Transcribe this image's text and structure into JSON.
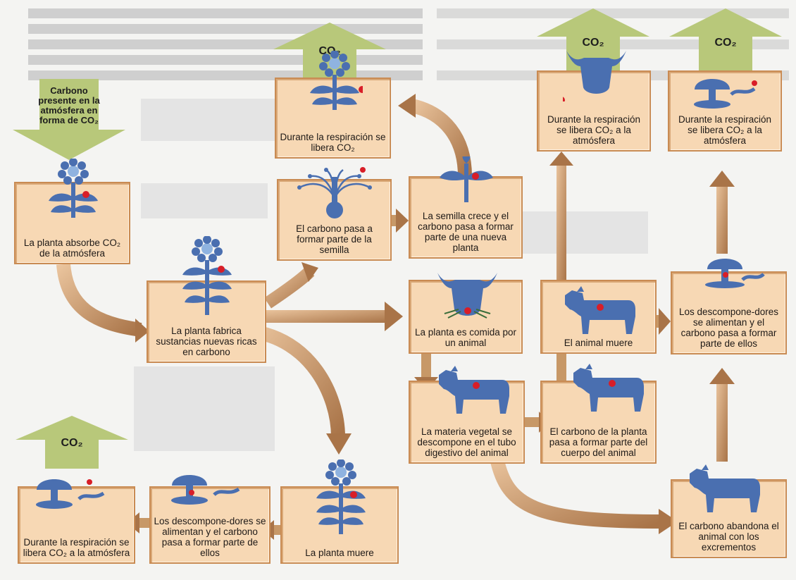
{
  "colors": {
    "box_fill": "#f7d8b4",
    "box_border": "#c98b53",
    "arrow": "#c4956c",
    "co2_arrow": "#aab866",
    "icon": "#4a6fb0",
    "dot": "#d81e28"
  },
  "co2_label": "CO₂",
  "intake_label": "Carbono presente en la atmósfera en forma de CO₂",
  "boxes": {
    "absorbe": "La planta absorbe CO₂ de la atmósfera",
    "fabrica": "La planta fabrica sustancias nuevas ricas en carbono",
    "respira_planta": "Durante la respiración se libera CO₂",
    "semilla": "El carbono pasa a formar parte de la semilla",
    "crece": "La semilla crece y el carbono pasa a formar parte de una nueva planta",
    "comida": "La planta es comida por un animal",
    "descompone_tubo": "La materia vegetal se descompone en el tubo digestivo del animal",
    "cuerpo": "El carbono de la planta pasa a formar parte del cuerpo del animal",
    "animal_muere": "El animal muere",
    "descomp_animal": "Los descompone-dores se alimentan y el carbono pasa a formar parte de ellos",
    "resp_animal": "Durante la respiración se libera CO₂ a la atmósfera",
    "resp_descomp": "Durante la respiración se libera CO₂ a la atmósfera",
    "excrementos": "El carbono abandona el animal con los excrementos",
    "planta_muere": "La planta muere",
    "descomp_planta": "Los descompone-dores se alimentan y el carbono pasa a formar parte de ellos",
    "resp_final": "Durante la respiración se libera CO₂ a la atmósfera"
  },
  "icons": [
    "flower-icon",
    "plant-icon",
    "sprinkler-seed-icon",
    "sprout-icon",
    "cow-head-icon",
    "cow-icon",
    "mushroom-icon",
    "worm-icon"
  ]
}
